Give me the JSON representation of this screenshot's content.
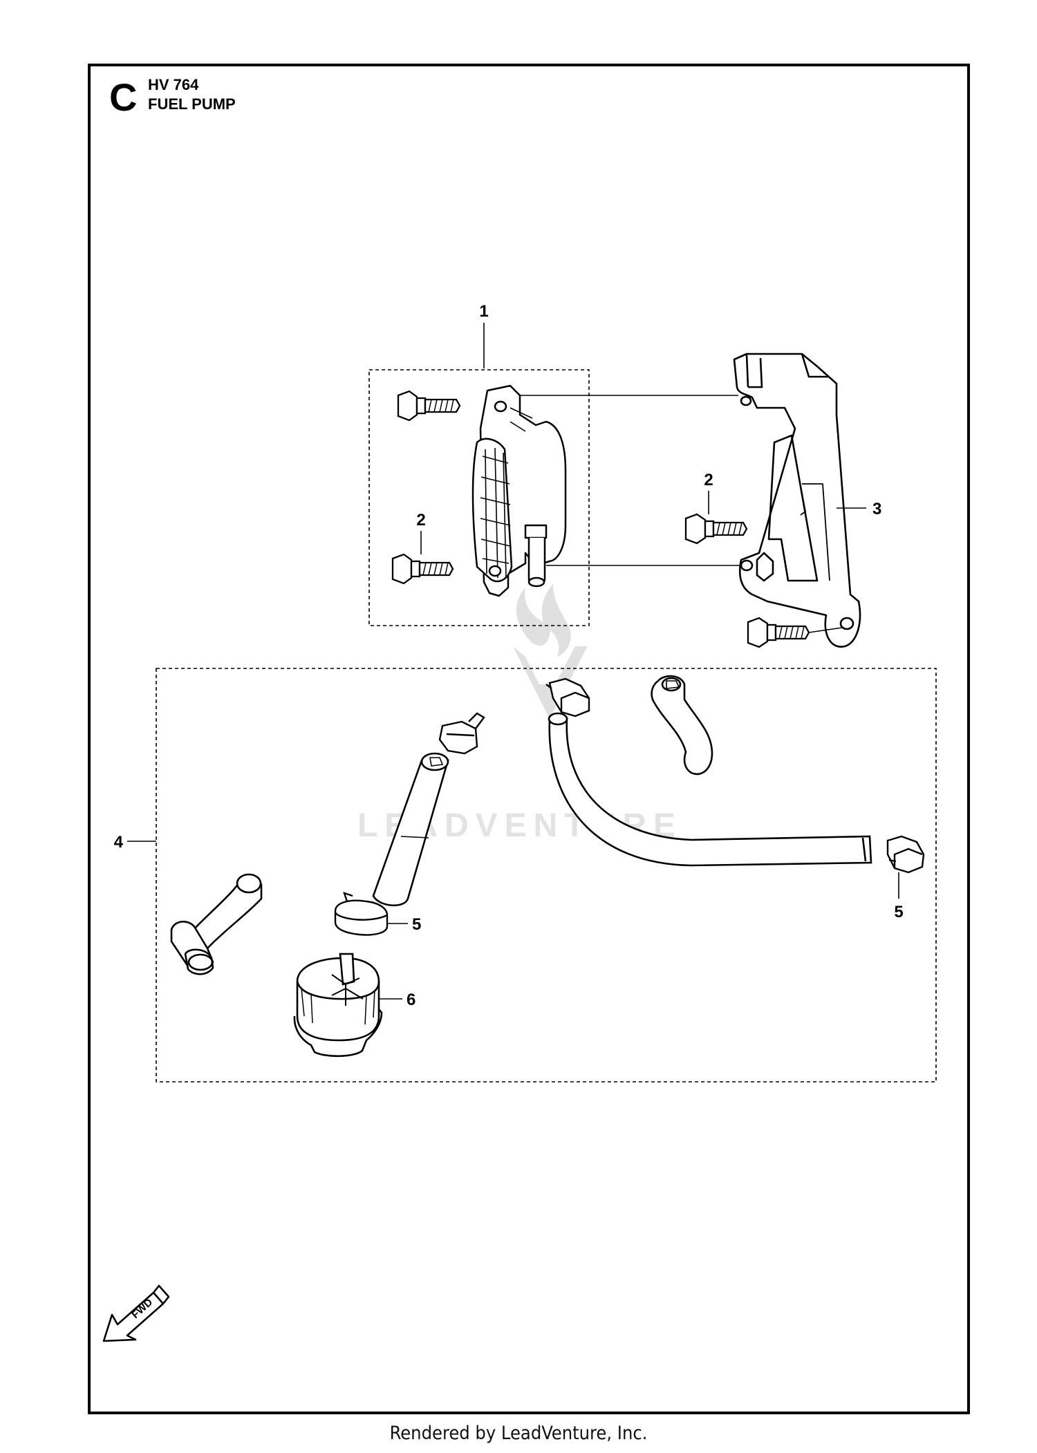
{
  "header": {
    "section_letter": "C",
    "model": "HV 764",
    "title": "FUEL PUMP"
  },
  "callouts": [
    {
      "label": "1",
      "part": "fuel-pump-assembly"
    },
    {
      "label": "2",
      "part": "pump-bolt"
    },
    {
      "label": "2",
      "part": "bracket-bolt"
    },
    {
      "label": "3",
      "part": "pump-bracket"
    },
    {
      "label": "4",
      "part": "fuel-line-kit"
    },
    {
      "label": "5",
      "part": "hose-clamp-lower"
    },
    {
      "label": "5",
      "part": "hose-clamp-right"
    },
    {
      "label": "6",
      "part": "fuel-filter"
    }
  ],
  "watermark": {
    "text": "LEADVENTURE"
  },
  "direction_badge": {
    "text": "FWD"
  },
  "footer": {
    "text": "Rendered by LeadVenture, Inc."
  },
  "colors": {
    "line": "#000000",
    "watermark": "#d9d9d9",
    "background": "#ffffff"
  }
}
